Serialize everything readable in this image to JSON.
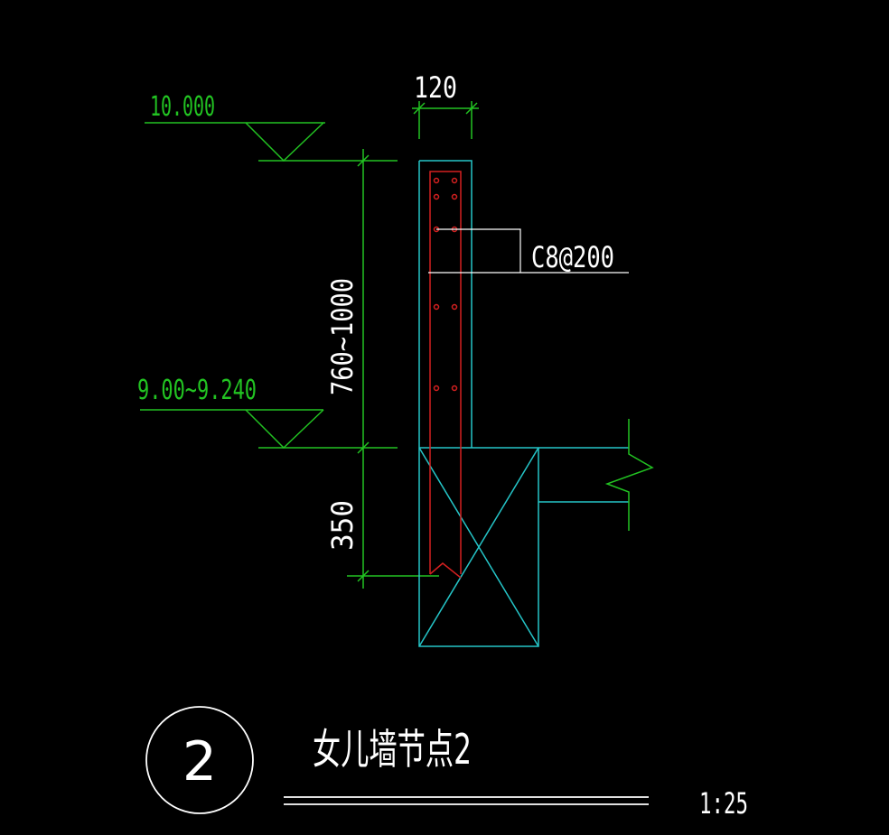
{
  "drawing": {
    "colors": {
      "background": "#000000",
      "concrete_outline": "#25c5c8",
      "rebar": "#d42020",
      "dimension": "#20c020",
      "text": "#ffffff",
      "elevation_text": "#22c322"
    },
    "elevations": {
      "top": "10.000",
      "lower": "9.00~9.240"
    },
    "dimensions": {
      "wall_thickness": "120",
      "parapet_height": "760~1000",
      "curb_height": "350"
    },
    "rebar_label": "C8@200",
    "detail": {
      "number": "2",
      "title": "女儿墙节点2",
      "scale": "1:25"
    }
  }
}
